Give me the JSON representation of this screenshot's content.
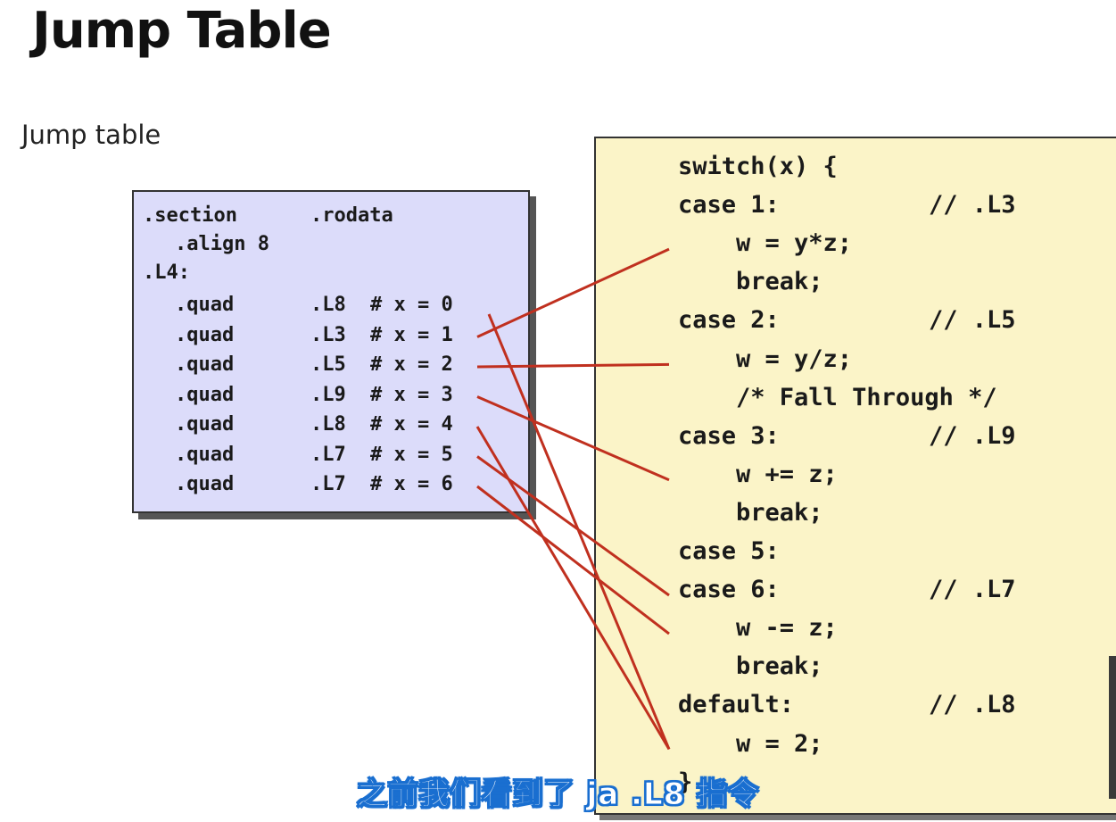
{
  "title": "Jump Table",
  "label": "Jump table",
  "jump_table": {
    "header": [
      ".section",
      ".rodata"
    ],
    "align": ".align 8",
    "table_label": ".L4:",
    "entries": [
      {
        "directive": ".quad",
        "target": ".L8",
        "comment": "# x = 0"
      },
      {
        "directive": ".quad",
        "target": ".L3",
        "comment": "# x = 1"
      },
      {
        "directive": ".quad",
        "target": ".L5",
        "comment": "# x = 2"
      },
      {
        "directive": ".quad",
        "target": ".L9",
        "comment": "# x = 3"
      },
      {
        "directive": ".quad",
        "target": ".L8",
        "comment": "# x = 4"
      },
      {
        "directive": ".quad",
        "target": ".L7",
        "comment": "# x = 5"
      },
      {
        "directive": ".quad",
        "target": ".L7",
        "comment": "# x = 6"
      }
    ]
  },
  "code": {
    "lines": [
      {
        "text": "switch(x) {",
        "comment": ""
      },
      {
        "text": "case 1:",
        "comment": "// .L3"
      },
      {
        "text": "    w = y*z;",
        "comment": ""
      },
      {
        "text": "    break;",
        "comment": ""
      },
      {
        "text": "case 2:",
        "comment": "// .L5"
      },
      {
        "text": "    w = y/z;",
        "comment": ""
      },
      {
        "text": "    /* Fall Through */",
        "comment": ""
      },
      {
        "text": "case 3:",
        "comment": "// .L9"
      },
      {
        "text": "    w += z;",
        "comment": ""
      },
      {
        "text": "    break;",
        "comment": ""
      },
      {
        "text": "case 5:",
        "comment": ""
      },
      {
        "text": "case 6:",
        "comment": "// .L7"
      },
      {
        "text": "    w -= z;",
        "comment": ""
      },
      {
        "text": "    break;",
        "comment": ""
      },
      {
        "text": "default:",
        "comment": "// .L8"
      },
      {
        "text": "    w = 2;",
        "comment": ""
      },
      {
        "text": "}",
        "comment": ""
      }
    ]
  },
  "subtitle": "之前我们看到了 ja .L8 指令",
  "colors": {
    "arrow": "#c0301f",
    "jump_box": "#dcdcfa",
    "code_box": "#fbf4c8"
  }
}
